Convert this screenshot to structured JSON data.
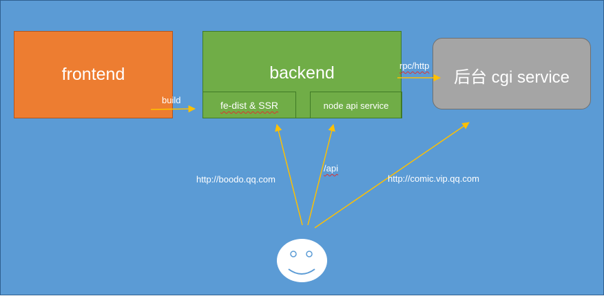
{
  "nodes": {
    "frontend": "frontend",
    "backend": "backend",
    "fe_dist": "fe-dist & SSR",
    "node_api": "node api service",
    "cgi": "后台 cgi service"
  },
  "edges": {
    "build": "build",
    "rpc": "rpc/http",
    "api": "/api",
    "boodo": "http://boodo.qq.com",
    "comic": "http://comic.vip.qq.com"
  },
  "colors": {
    "background": "#5b9bd5",
    "frontend": "#ed7d31",
    "backend": "#70ad47",
    "cgi": "#a5a5a5",
    "arrow": "#ffc000"
  },
  "icons": {
    "user": "smiley-face-icon"
  }
}
